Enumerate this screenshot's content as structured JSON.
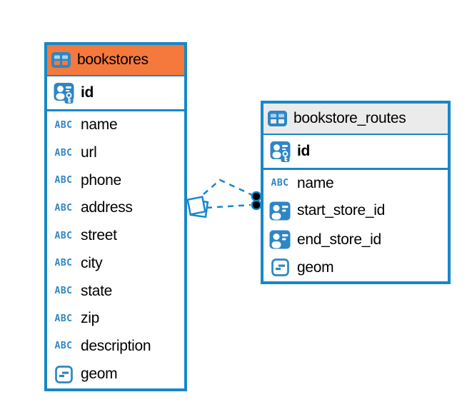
{
  "diagram": {
    "background": "#ffffff",
    "accent_blue": "#1787c9",
    "text_icon_label": "ABC",
    "tables": [
      {
        "name": "bookstores",
        "header_bg": "#f5793c",
        "header_icon": "table-icon",
        "primary_key": {
          "label": "id",
          "icon": "primary-key-icon"
        },
        "columns": [
          {
            "label": "name",
            "icon": "text-type-icon"
          },
          {
            "label": "url",
            "icon": "text-type-icon"
          },
          {
            "label": "phone",
            "icon": "text-type-icon"
          },
          {
            "label": "address",
            "icon": "text-type-icon"
          },
          {
            "label": "street",
            "icon": "text-type-icon"
          },
          {
            "label": "city",
            "icon": "text-type-icon"
          },
          {
            "label": "state",
            "icon": "text-type-icon"
          },
          {
            "label": "zip",
            "icon": "text-type-icon"
          },
          {
            "label": "description",
            "icon": "text-type-icon"
          },
          {
            "label": "geom",
            "icon": "geometry-type-icon"
          }
        ]
      },
      {
        "name": "bookstore_routes",
        "header_bg": "#ebebeb",
        "header_icon": "table-icon",
        "primary_key": {
          "label": "id",
          "icon": "primary-key-icon"
        },
        "columns": [
          {
            "label": "name",
            "icon": "text-type-icon"
          },
          {
            "label": "start_store_id",
            "icon": "reference-type-icon"
          },
          {
            "label": "end_store_id",
            "icon": "reference-type-icon"
          },
          {
            "label": "geom",
            "icon": "geometry-type-icon"
          }
        ]
      }
    ],
    "relationships": [
      {
        "from": "bookstores",
        "to": "bookstore_routes",
        "style": "dashed",
        "color": "#1787c9",
        "left_endpoint": "diamond",
        "right_endpoint": "dot"
      },
      {
        "from": "bookstores",
        "to": "bookstore_routes",
        "style": "dashed",
        "color": "#1787c9",
        "left_endpoint": "diamond",
        "right_endpoint": "dot"
      }
    ]
  }
}
